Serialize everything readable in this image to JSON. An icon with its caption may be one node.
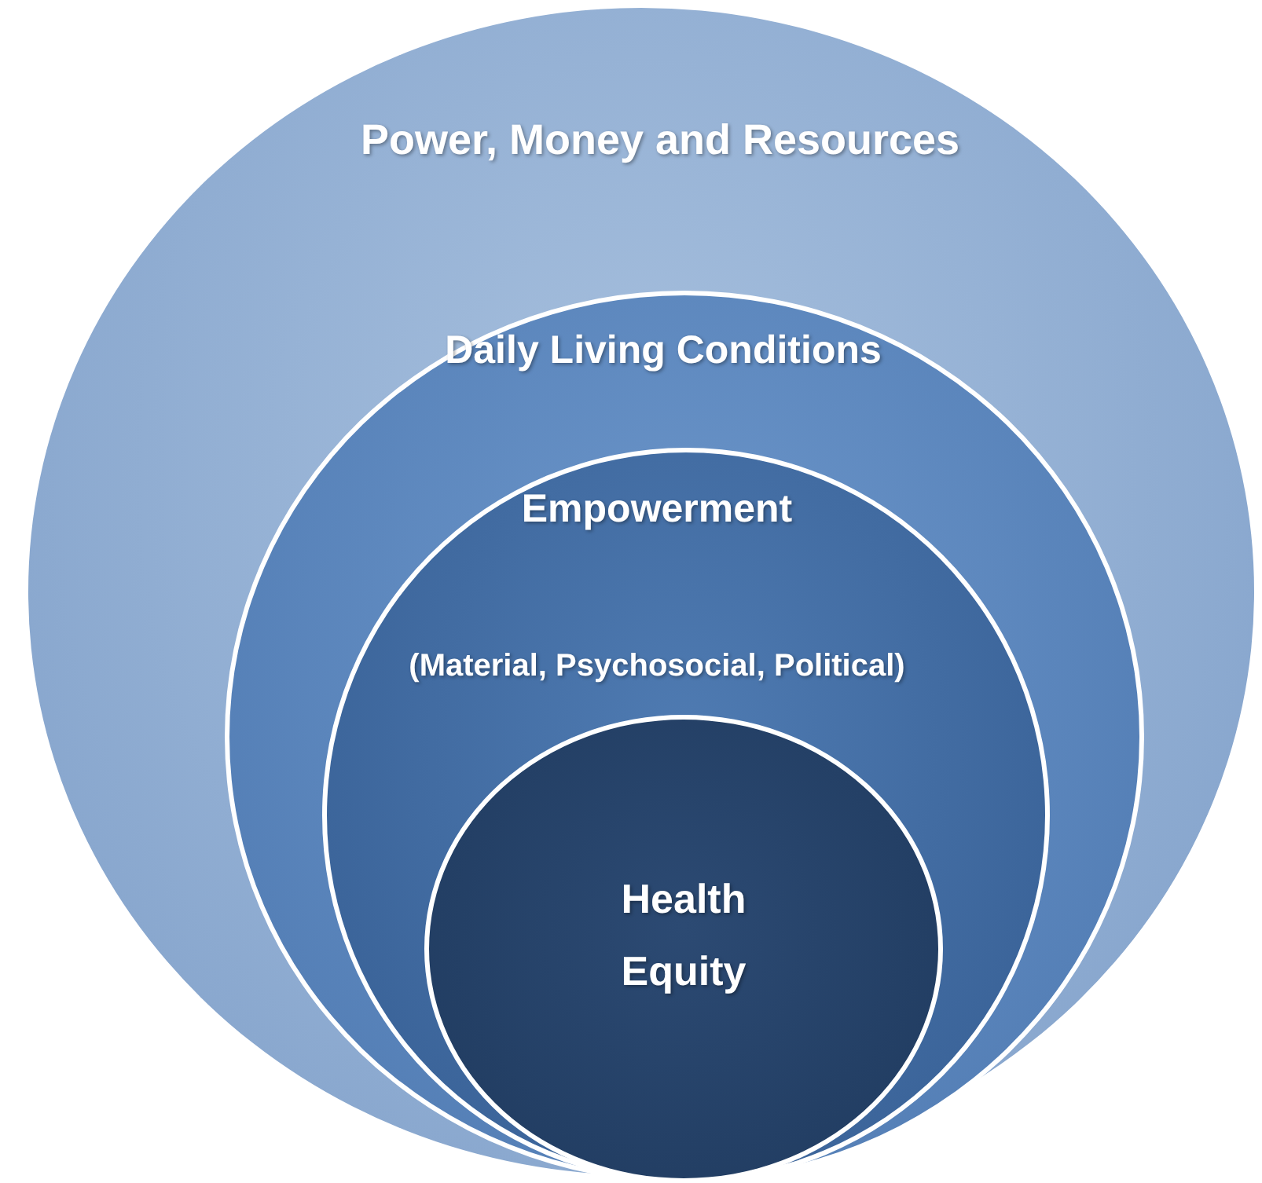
{
  "diagram": {
    "nodes": [
      {
        "text": [
          "Power, Money and Resources"
        ]
      },
      {
        "text": [
          "Daily Living Conditions"
        ],
        "in": 0
      },
      {
        "text": [
          "Empowerment",
          "(Material, Psychosocial, Political)"
        ],
        "in": 1
      },
      {
        "text": [
          "Health Equity"
        ],
        "in": 2
      }
    ]
  }
}
